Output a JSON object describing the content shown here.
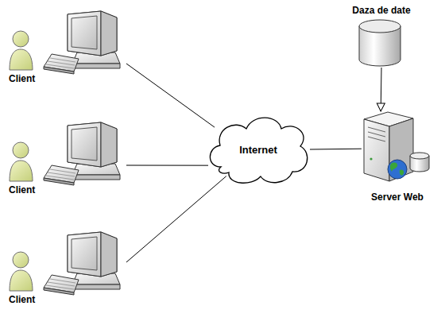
{
  "diagram": {
    "nodes": [
      {
        "text": [
          "Client"
        ]
      },
      {
        "text": [
          "Client"
        ]
      },
      {
        "text": [
          "Client"
        ]
      },
      {
        "text": [
          "Internet"
        ]
      },
      {
        "text": [
          "Daza de date"
        ]
      },
      {
        "text": [
          "Server Web"
        ]
      }
    ],
    "edges": [
      {
        "from": 0,
        "to": 3,
        "arrow": "none"
      },
      {
        "from": 1,
        "to": 3,
        "arrow": "none"
      },
      {
        "from": 2,
        "to": 3,
        "arrow": "none"
      },
      {
        "from": 3,
        "to": 5,
        "arrow": "none"
      },
      {
        "from": 4,
        "to": 5,
        "arrow": "to"
      }
    ]
  }
}
